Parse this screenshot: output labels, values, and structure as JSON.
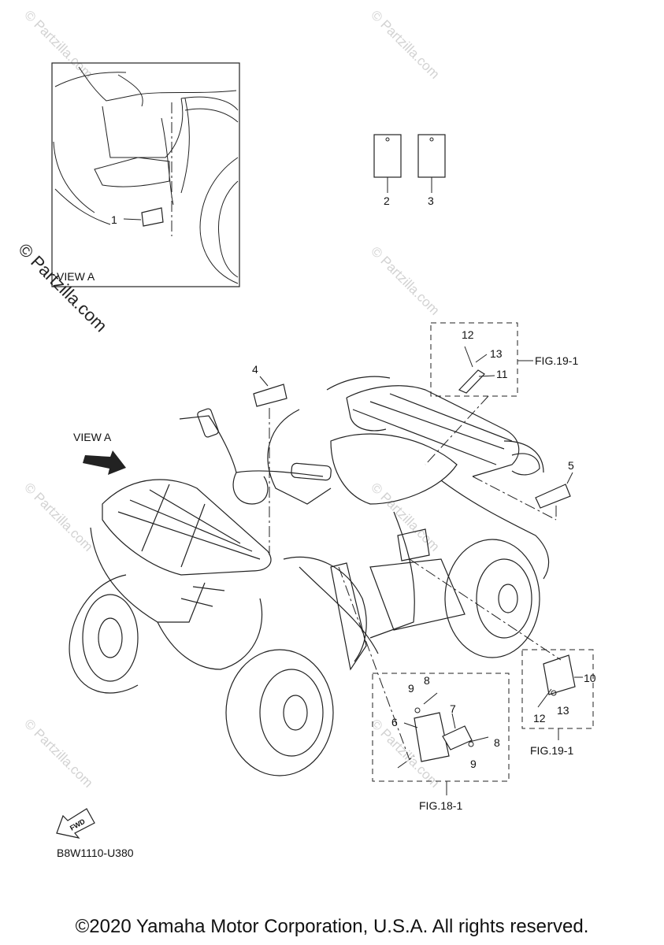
{
  "view_label": "VIEW A",
  "arrow_label": "VIEW A",
  "callouts": [
    "1",
    "2",
    "3",
    "4",
    "5",
    "6",
    "7",
    "8",
    "9",
    "10",
    "11",
    "12",
    "13"
  ],
  "callouts_repeat": {
    "n8b": "8",
    "n9b": "9",
    "n12b": "12",
    "n13b": "13"
  },
  "fig_refs": {
    "fig19_top": "FIG.19-1",
    "fig19_right": "FIG.19-1",
    "fig18": "FIG.18-1"
  },
  "fwd": "FWD",
  "drawing_code": "B8W1110-U380",
  "watermark": "© Partzilla.com",
  "copyright": "©2020 Yamaha Motor Corporation, U.S.A. All rights reserved."
}
